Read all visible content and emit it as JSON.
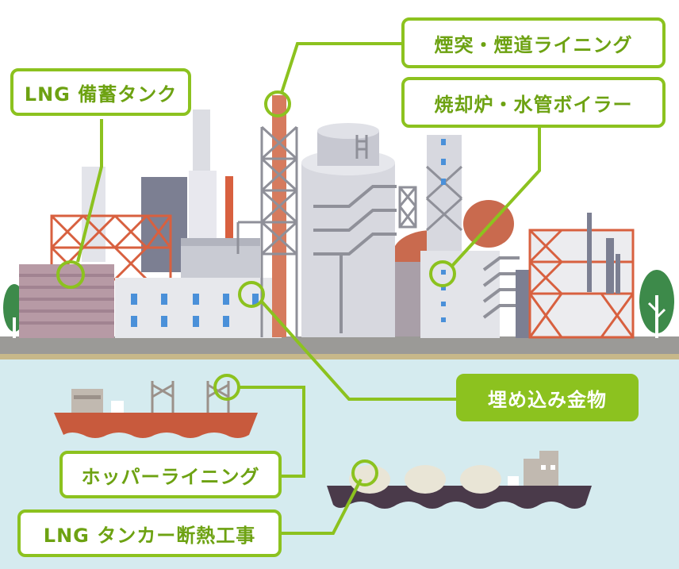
{
  "labels": {
    "lng_tank": "LNG 備蓄タンク",
    "chimney": "煙突・煙道ライニング",
    "incinerator": "焼却炉・水管ボイラー",
    "embedded": "埋め込み金物",
    "hopper": "ホッパーライニング",
    "lng_tanker": "LNG タンカー断熱工事"
  },
  "colors": {
    "accent": "#8cc21f",
    "sea": "#d5ebef",
    "steel": "#d8603f",
    "ground": "#9b9a97"
  }
}
